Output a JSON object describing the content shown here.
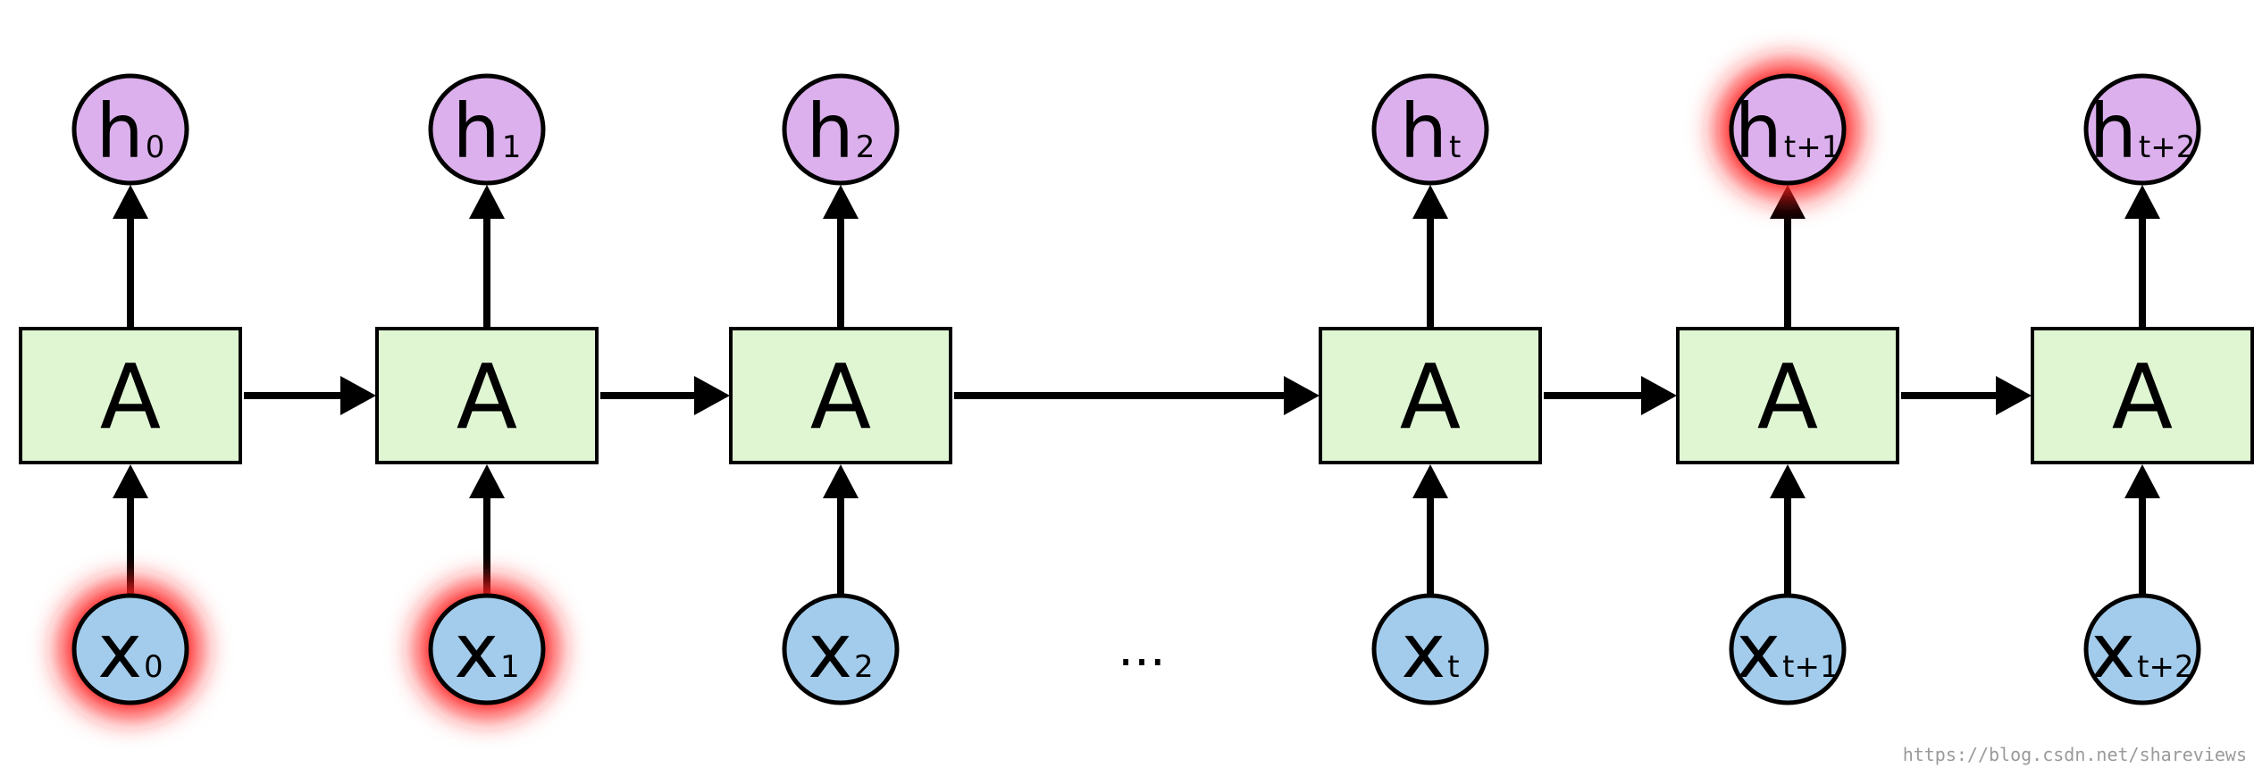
{
  "diagram": {
    "cell_label": "A",
    "ellipsis": "...",
    "highlight_color": "#ff1a1a",
    "box_fill": "#e0f6d3",
    "h_fill": "#dcb0ed",
    "x_fill": "#a3ccec",
    "steps": [
      {
        "h_main": "h",
        "h_sub": "0",
        "x_main": "x",
        "x_sub": "0",
        "h_highlighted": false,
        "x_highlighted": true
      },
      {
        "h_main": "h",
        "h_sub": "1",
        "x_main": "x",
        "x_sub": "1",
        "h_highlighted": false,
        "x_highlighted": true
      },
      {
        "h_main": "h",
        "h_sub": "2",
        "x_main": "x",
        "x_sub": "2",
        "h_highlighted": false,
        "x_highlighted": false
      },
      {
        "h_main": "h",
        "h_sub": "t",
        "x_main": "x",
        "x_sub": "t",
        "h_highlighted": false,
        "x_highlighted": false
      },
      {
        "h_main": "h",
        "h_sub": "t+1",
        "x_main": "x",
        "x_sub": "t+1",
        "h_highlighted": true,
        "x_highlighted": false
      },
      {
        "h_main": "h",
        "h_sub": "t+2",
        "x_main": "x",
        "x_sub": "t+2",
        "h_highlighted": false,
        "x_highlighted": false
      }
    ]
  },
  "watermark": "https://blog.csdn.net/shareviews"
}
